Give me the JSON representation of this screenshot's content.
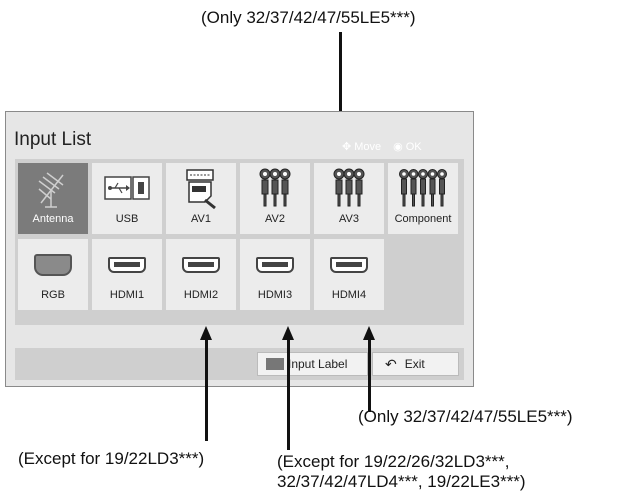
{
  "annotations": {
    "top_note": "(Only 32/37/42/47/55LE5***)",
    "right_note": "(Only 32/37/42/47/55LE5***)",
    "left_note": "(Except for 19/22LD3***)",
    "middle_note_line1": "(Except for 19/22/26/32LD3***,",
    "middle_note_line2": "32/37/42/47LD4***, 19/22LE3***)"
  },
  "panel": {
    "title": "Input List",
    "hints": {
      "move_label": "Move",
      "ok_label": "OK"
    },
    "inputs_row1": [
      {
        "label": "Antenna",
        "icon": "antenna-icon",
        "selected": true
      },
      {
        "label": "USB",
        "icon": "usb-icon"
      },
      {
        "label": "AV1",
        "icon": "scart-icon"
      },
      {
        "label": "AV2",
        "icon": "rca-3-icon"
      },
      {
        "label": "AV3",
        "icon": "rca-3-icon"
      },
      {
        "label": "Component",
        "icon": "rca-5-icon"
      }
    ],
    "inputs_row2": [
      {
        "label": "RGB",
        "icon": "vga-icon"
      },
      {
        "label": "HDMI1",
        "icon": "hdmi-icon"
      },
      {
        "label": "HDMI2",
        "icon": "hdmi-icon"
      },
      {
        "label": "HDMI3",
        "icon": "hdmi-icon"
      },
      {
        "label": "HDMI4",
        "icon": "hdmi-icon"
      }
    ],
    "footer": {
      "input_label_button": "Input Label",
      "exit_button": "Exit"
    }
  },
  "colors": {
    "selected_tile": "#7b7b7b",
    "tile": "#ececec",
    "panel": "#e6e6e6",
    "grid": "#cfcfcf"
  }
}
